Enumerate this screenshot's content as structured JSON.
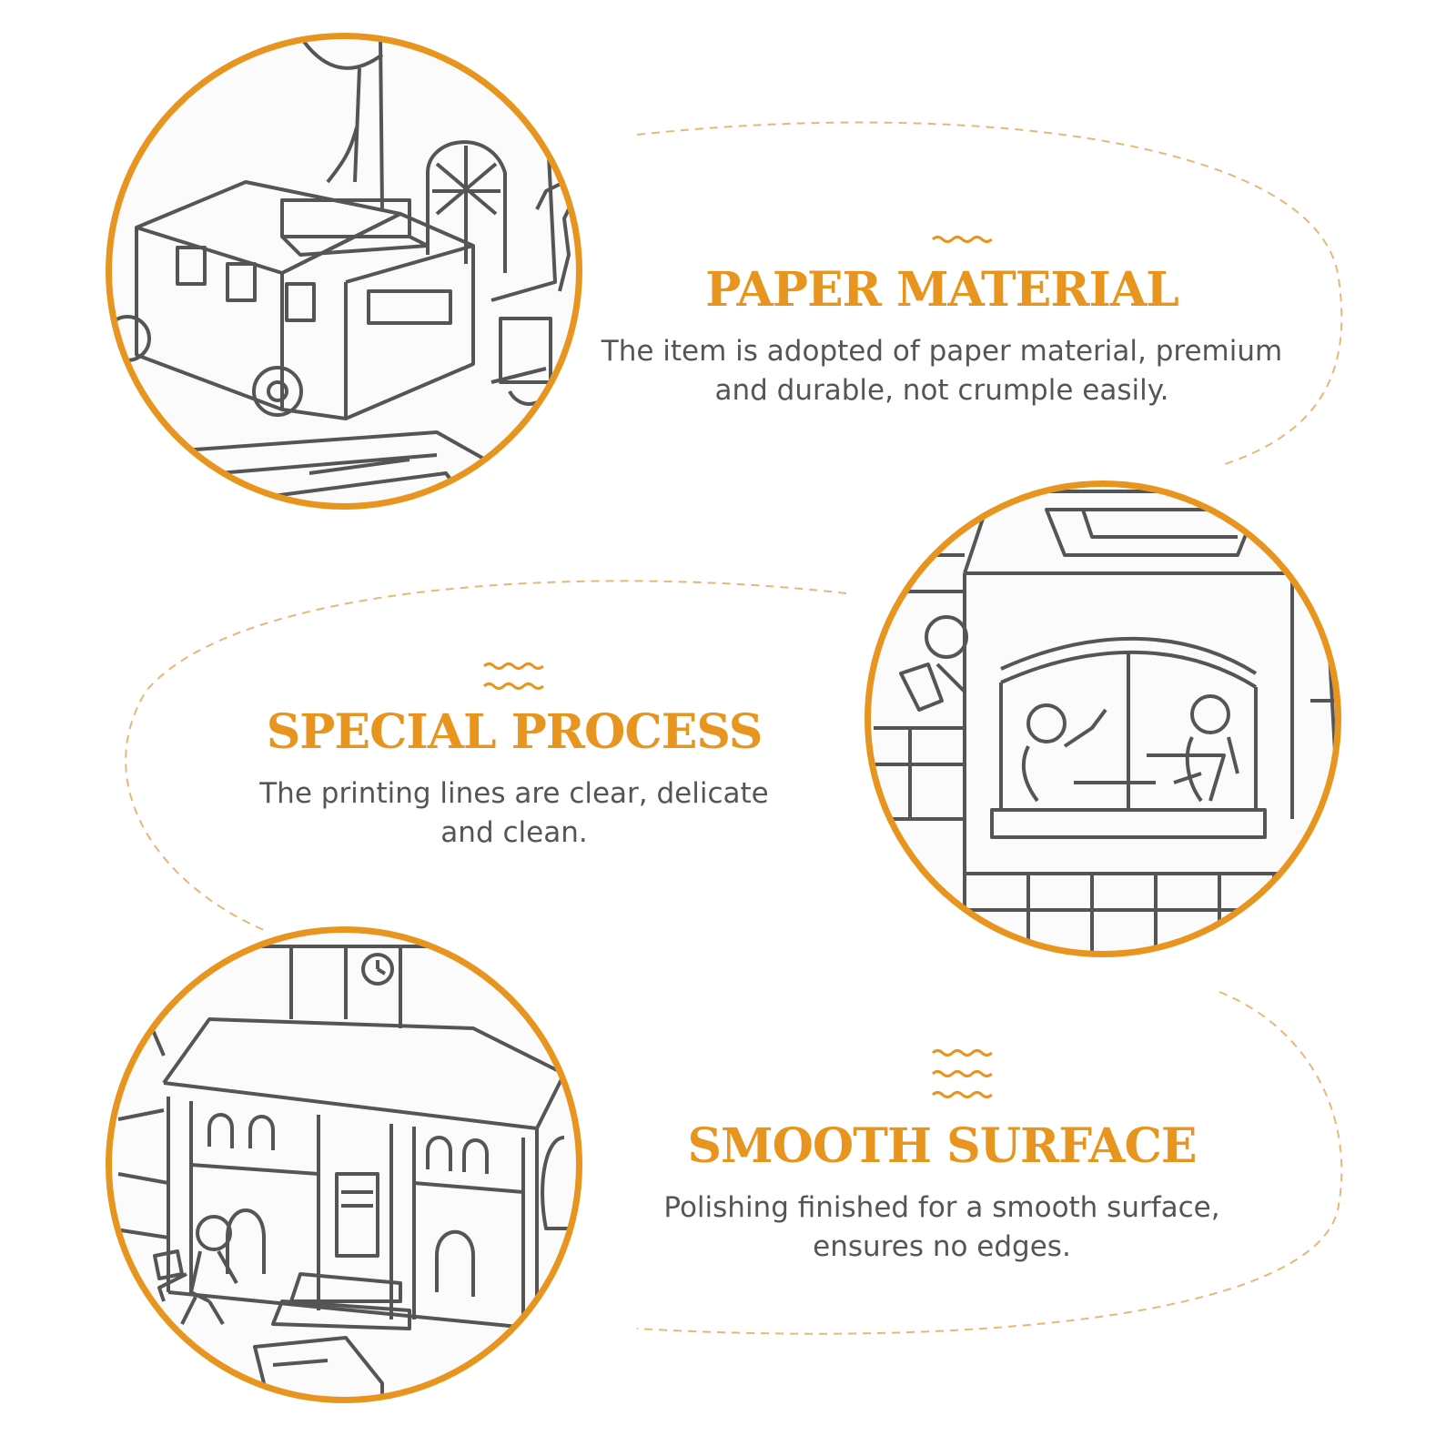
{
  "colors": {
    "accent": "#e8951f",
    "text": "#555555",
    "line": "#555555",
    "dashed": "#e6b877"
  },
  "features": [
    {
      "title": "PAPER MATERIAL",
      "lines": [
        "The item is adopted of paper material, premium",
        "and durable, not crumple easily."
      ]
    },
    {
      "title": "SPECIAL PROCESS",
      "lines": [
        "The printing lines are clear, delicate",
        "and clean."
      ]
    },
    {
      "title": "SMOOTH SURFACE",
      "lines": [
        "Polishing finished for a smooth surface,",
        "ensures no edges."
      ]
    }
  ],
  "images": [
    {
      "icon": "camper-van-coloring-illustration"
    },
    {
      "icon": "people-in-window-coloring-illustration"
    },
    {
      "icon": "town-hall-coloring-illustration"
    }
  ]
}
